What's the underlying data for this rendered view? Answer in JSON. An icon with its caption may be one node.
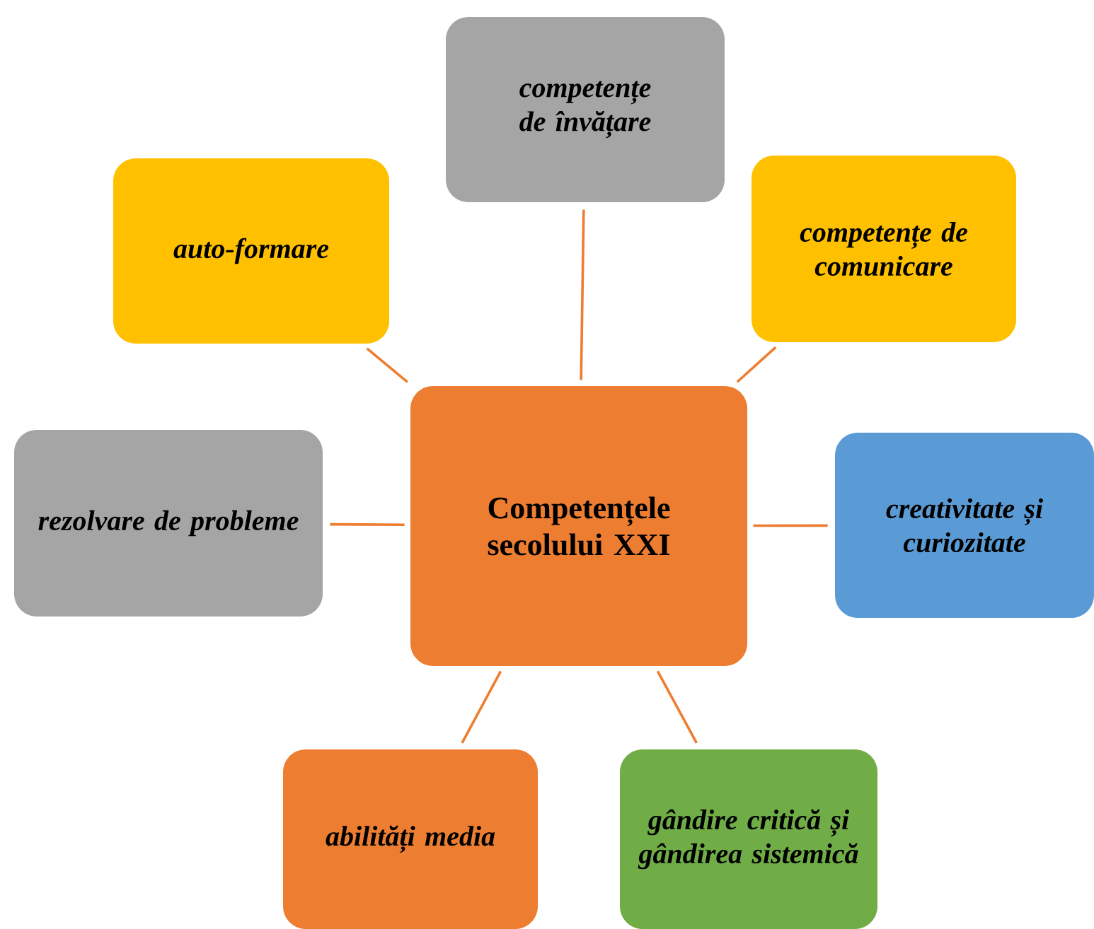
{
  "diagram": {
    "nodes": [
      {
        "text": [
          "competențe de învățare"
        ]
      },
      {
        "text": [
          "auto-formare"
        ]
      },
      {
        "text": [
          "competențe de comunicare"
        ]
      },
      {
        "text": [
          "rezolvare de probleme"
        ]
      },
      {
        "text": [
          "Competențele secolului XXI"
        ]
      },
      {
        "text": [
          "creativitate și curiozitate"
        ]
      },
      {
        "text": [
          "abilități media"
        ]
      },
      {
        "text": [
          "gândire critică și gândirea sistemică"
        ]
      }
    ],
    "edges": [
      {
        "from": 4,
        "to": 0,
        "arrow": "none"
      },
      {
        "from": 4,
        "to": 1,
        "arrow": "none"
      },
      {
        "from": 4,
        "to": 2,
        "arrow": "none"
      },
      {
        "from": 4,
        "to": 3,
        "arrow": "none"
      },
      {
        "from": 4,
        "to": 5,
        "arrow": "none"
      },
      {
        "from": 4,
        "to": 6,
        "arrow": "none"
      },
      {
        "from": 4,
        "to": 7,
        "arrow": "none"
      }
    ]
  }
}
